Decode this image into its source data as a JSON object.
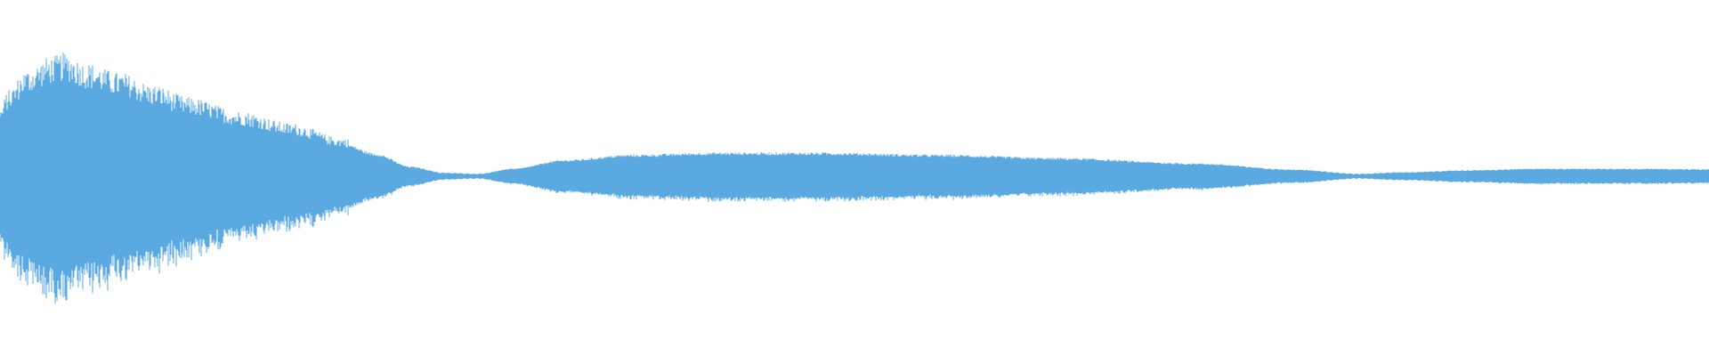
{
  "waveform": {
    "color": "#5aa9e0",
    "background": "#ffffff",
    "envelope_shape": "decaying attack then a second sustained lobe and a faint third lobe",
    "envelope": [
      {
        "t": 0.0,
        "a": 0.55
      },
      {
        "t": 0.005,
        "a": 0.7
      },
      {
        "t": 0.015,
        "a": 0.86
      },
      {
        "t": 0.03,
        "a": 0.97
      },
      {
        "t": 0.038,
        "a": 1.0
      },
      {
        "t": 0.05,
        "a": 0.92
      },
      {
        "t": 0.07,
        "a": 0.84
      },
      {
        "t": 0.09,
        "a": 0.74
      },
      {
        "t": 0.11,
        "a": 0.64
      },
      {
        "t": 0.14,
        "a": 0.53
      },
      {
        "t": 0.17,
        "a": 0.43
      },
      {
        "t": 0.2,
        "a": 0.31
      },
      {
        "t": 0.22,
        "a": 0.21
      },
      {
        "t": 0.24,
        "a": 0.09
      },
      {
        "t": 0.26,
        "a": 0.03
      },
      {
        "t": 0.28,
        "a": 0.02
      },
      {
        "t": 0.3,
        "a": 0.07
      },
      {
        "t": 0.33,
        "a": 0.15
      },
      {
        "t": 0.37,
        "a": 0.2
      },
      {
        "t": 0.42,
        "a": 0.22
      },
      {
        "t": 0.48,
        "a": 0.22
      },
      {
        "t": 0.55,
        "a": 0.2
      },
      {
        "t": 0.62,
        "a": 0.17
      },
      {
        "t": 0.7,
        "a": 0.12
      },
      {
        "t": 0.76,
        "a": 0.06
      },
      {
        "t": 0.795,
        "a": 0.02
      },
      {
        "t": 0.82,
        "a": 0.035
      },
      {
        "t": 0.86,
        "a": 0.055
      },
      {
        "t": 0.9,
        "a": 0.07
      },
      {
        "t": 0.95,
        "a": 0.07
      },
      {
        "t": 1.0,
        "a": 0.065
      }
    ]
  }
}
